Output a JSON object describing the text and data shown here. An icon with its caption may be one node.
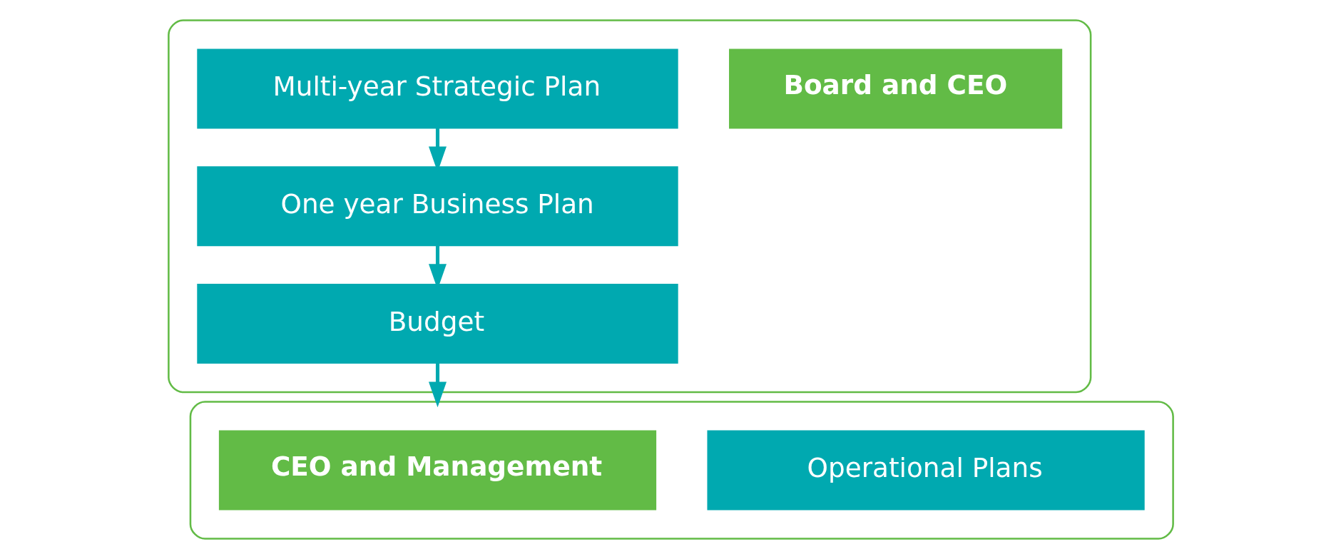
{
  "diagram": {
    "nodes": [
      {
        "text": [],
        "shape": "box"
      },
      {
        "text": [
          "Multi-year Strategic Plan"
        ],
        "in": 0
      },
      {
        "text": [
          "Board and CEO"
        ],
        "in": 0
      },
      {
        "text": [
          "One year Business Plan"
        ],
        "in": 0
      },
      {
        "text": [
          "Budget"
        ],
        "in": 0
      },
      {
        "text": [],
        "shape": "box"
      },
      {
        "text": [
          "CEO and Management"
        ],
        "in": 5
      },
      {
        "text": [
          "Operational Plans"
        ],
        "in": 5
      }
    ],
    "edges": [
      {
        "from": 1,
        "to": 3,
        "arrow": "to"
      },
      {
        "from": 3,
        "to": 4,
        "arrow": "to"
      },
      {
        "from": 4,
        "to": 5,
        "arrow": "to"
      }
    ]
  }
}
